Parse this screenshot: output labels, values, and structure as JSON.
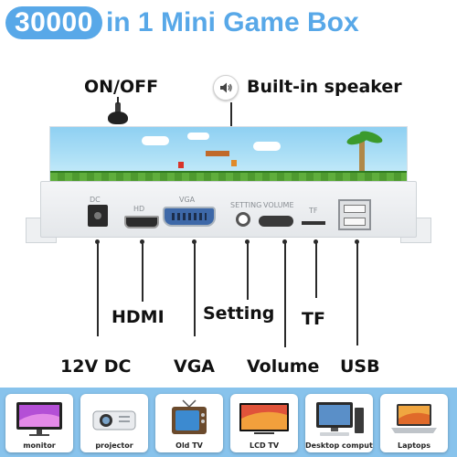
{
  "title": {
    "highlight": "30000",
    "rest": "in 1 Mini Game Box"
  },
  "callouts": {
    "power": "ON/OFF",
    "speaker": "Built-in speaker",
    "dc": "12V DC",
    "hdmi": "HDMI",
    "vga": "VGA",
    "setting": "Setting",
    "volume": "Volume",
    "tf": "TF",
    "usb": "USB"
  },
  "port_labels": {
    "dc": "DC",
    "hdmi": "HD",
    "vga": "VGA",
    "setting": "SETTING",
    "volume": "VOLUME",
    "tf": "TF"
  },
  "devices": [
    {
      "label": "monitor",
      "icon": "monitor-icon"
    },
    {
      "label": "projector",
      "icon": "projector-icon"
    },
    {
      "label": "Old TV",
      "icon": "old-tv-icon"
    },
    {
      "label": "LCD TV",
      "icon": "lcd-tv-icon"
    },
    {
      "label": "Desktop computer",
      "icon": "desktop-computer-icon"
    },
    {
      "label": "Laptops",
      "icon": "laptop-icon"
    }
  ],
  "colors": {
    "accent": "#58a8e8",
    "strip": "#88c3ec",
    "vga_port": "#3d68a8"
  }
}
